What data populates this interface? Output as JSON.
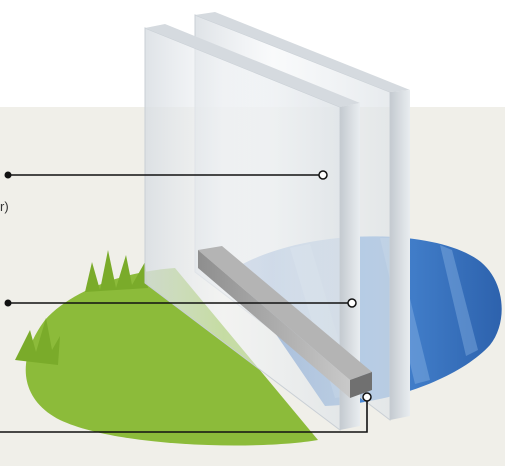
{
  "labels": {
    "fragment": "r)"
  },
  "callouts": [
    {
      "id": "outer-glass-pane-callout"
    },
    {
      "id": "gas-fill-gap-callout"
    },
    {
      "id": "spacer-bar-callout"
    }
  ],
  "colors": {
    "backdrop": "#f0efe9",
    "grass": "#8cbb3a",
    "grass_dark": "#6f9e26",
    "water": "#3d7ac7",
    "water_dark": "#2c5fa8",
    "glass_face": "#e6ebef",
    "glass_edge": "#bcc3ca",
    "spacer": "#9a9a9a",
    "line": "#111111"
  }
}
